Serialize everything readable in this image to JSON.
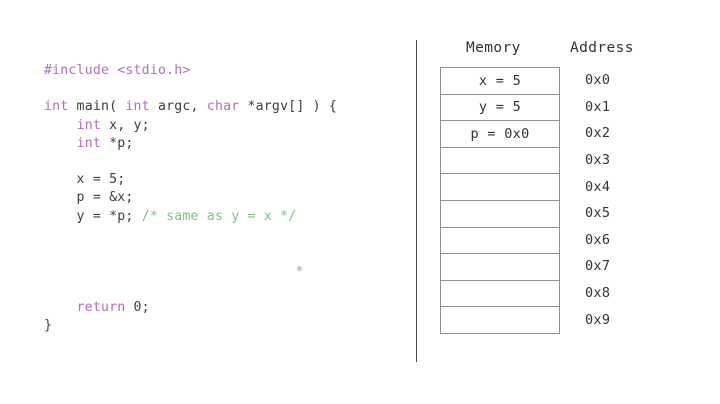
{
  "code": {
    "lines": [
      {
        "type": "code",
        "tokens": [
          {
            "text": "#include <stdio.h>",
            "style": "kw"
          }
        ]
      },
      {
        "type": "blank",
        "tokens": []
      },
      {
        "type": "code",
        "tokens": [
          {
            "text": "int",
            "style": "kw"
          },
          {
            "text": " main( ",
            "style": "plain"
          },
          {
            "text": "int",
            "style": "kw"
          },
          {
            "text": " argc, ",
            "style": "plain"
          },
          {
            "text": "char",
            "style": "kw"
          },
          {
            "text": " *argv[] ) {",
            "style": "plain"
          }
        ]
      },
      {
        "type": "code",
        "tokens": [
          {
            "text": "    ",
            "style": "plain"
          },
          {
            "text": "int",
            "style": "kw"
          },
          {
            "text": " x, y;",
            "style": "plain"
          }
        ]
      },
      {
        "type": "code",
        "tokens": [
          {
            "text": "    ",
            "style": "plain"
          },
          {
            "text": "int",
            "style": "kw"
          },
          {
            "text": " *p;",
            "style": "plain"
          }
        ]
      },
      {
        "type": "blank",
        "tokens": []
      },
      {
        "type": "code",
        "tokens": [
          {
            "text": "    x = 5;",
            "style": "plain"
          }
        ]
      },
      {
        "type": "code",
        "tokens": [
          {
            "text": "    p = &x;",
            "style": "plain"
          }
        ]
      },
      {
        "type": "code",
        "tokens": [
          {
            "text": "    y = *p; ",
            "style": "plain"
          },
          {
            "text": "/* same as y = x */",
            "style": "comment"
          }
        ]
      },
      {
        "type": "blank",
        "tokens": []
      },
      {
        "type": "blank",
        "tokens": []
      },
      {
        "type": "blank",
        "tokens": []
      },
      {
        "type": "blank",
        "tokens": []
      },
      {
        "type": "code",
        "tokens": [
          {
            "text": "    ",
            "style": "plain"
          },
          {
            "text": "return",
            "style": "kw"
          },
          {
            "text": " 0;",
            "style": "plain"
          }
        ]
      },
      {
        "type": "code",
        "tokens": [
          {
            "text": "}",
            "style": "plain"
          }
        ]
      }
    ],
    "colors": {
      "keyword": "#b06ec0",
      "plain": "#3d3d3d",
      "comment": "#7fc08a"
    }
  },
  "diagram": {
    "memory_header": "Memory",
    "address_header": "Address",
    "rows": [
      {
        "memory": "x = 5",
        "address": "0x0"
      },
      {
        "memory": "y = 5",
        "address": "0x1"
      },
      {
        "memory": "p = 0x0",
        "address": "0x2"
      },
      {
        "memory": "",
        "address": "0x3"
      },
      {
        "memory": "",
        "address": "0x4"
      },
      {
        "memory": "",
        "address": "0x5"
      },
      {
        "memory": "",
        "address": "0x6"
      },
      {
        "memory": "",
        "address": "0x7"
      },
      {
        "memory": "",
        "address": "0x8"
      },
      {
        "memory": "",
        "address": "0x9"
      }
    ],
    "border_color": "#8f8f8f",
    "text_color": "#333333"
  },
  "divider": {
    "color": "#4a4a4a"
  },
  "background": {
    "color": "#fffffe"
  }
}
